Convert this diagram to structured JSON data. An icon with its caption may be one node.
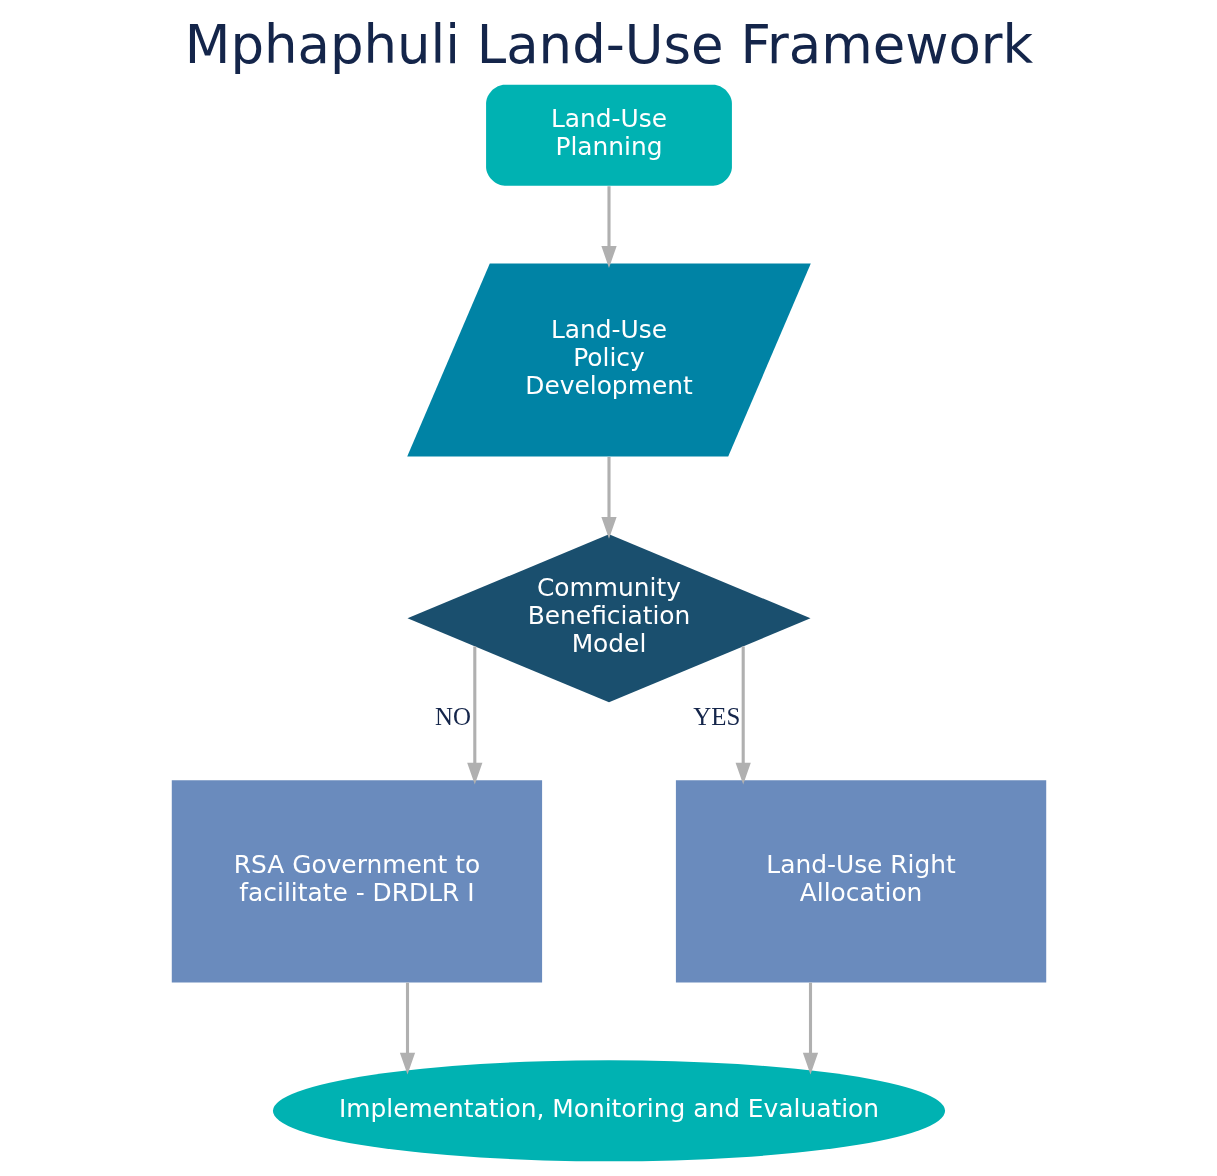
{
  "diagram": {
    "title": "Mphaphuli Land-Use Framework",
    "nodes": [
      {
        "text": [
          "Land-Use Planning"
        ]
      },
      {
        "text": [
          "Land-Use Policy Development"
        ]
      },
      {
        "text": [
          "Community Beneficiation Model"
        ]
      },
      {
        "text": [
          "RSA Government to facilitate - DRDLR I"
        ]
      },
      {
        "text": [
          "Land-Use Right Allocation"
        ]
      },
      {
        "text": [
          "Implementation, Monitoring and Evaluation"
        ]
      }
    ],
    "edges": [
      {
        "from": 0,
        "to": 1,
        "arrow": "to"
      },
      {
        "from": 1,
        "to": 2,
        "arrow": "to"
      },
      {
        "from": 2,
        "to": 3,
        "arrow": "to",
        "label": "NO"
      },
      {
        "from": 2,
        "to": 4,
        "arrow": "to",
        "label": "YES"
      },
      {
        "from": 3,
        "to": 5,
        "arrow": "to"
      },
      {
        "from": 4,
        "to": 5,
        "arrow": "to"
      }
    ]
  }
}
